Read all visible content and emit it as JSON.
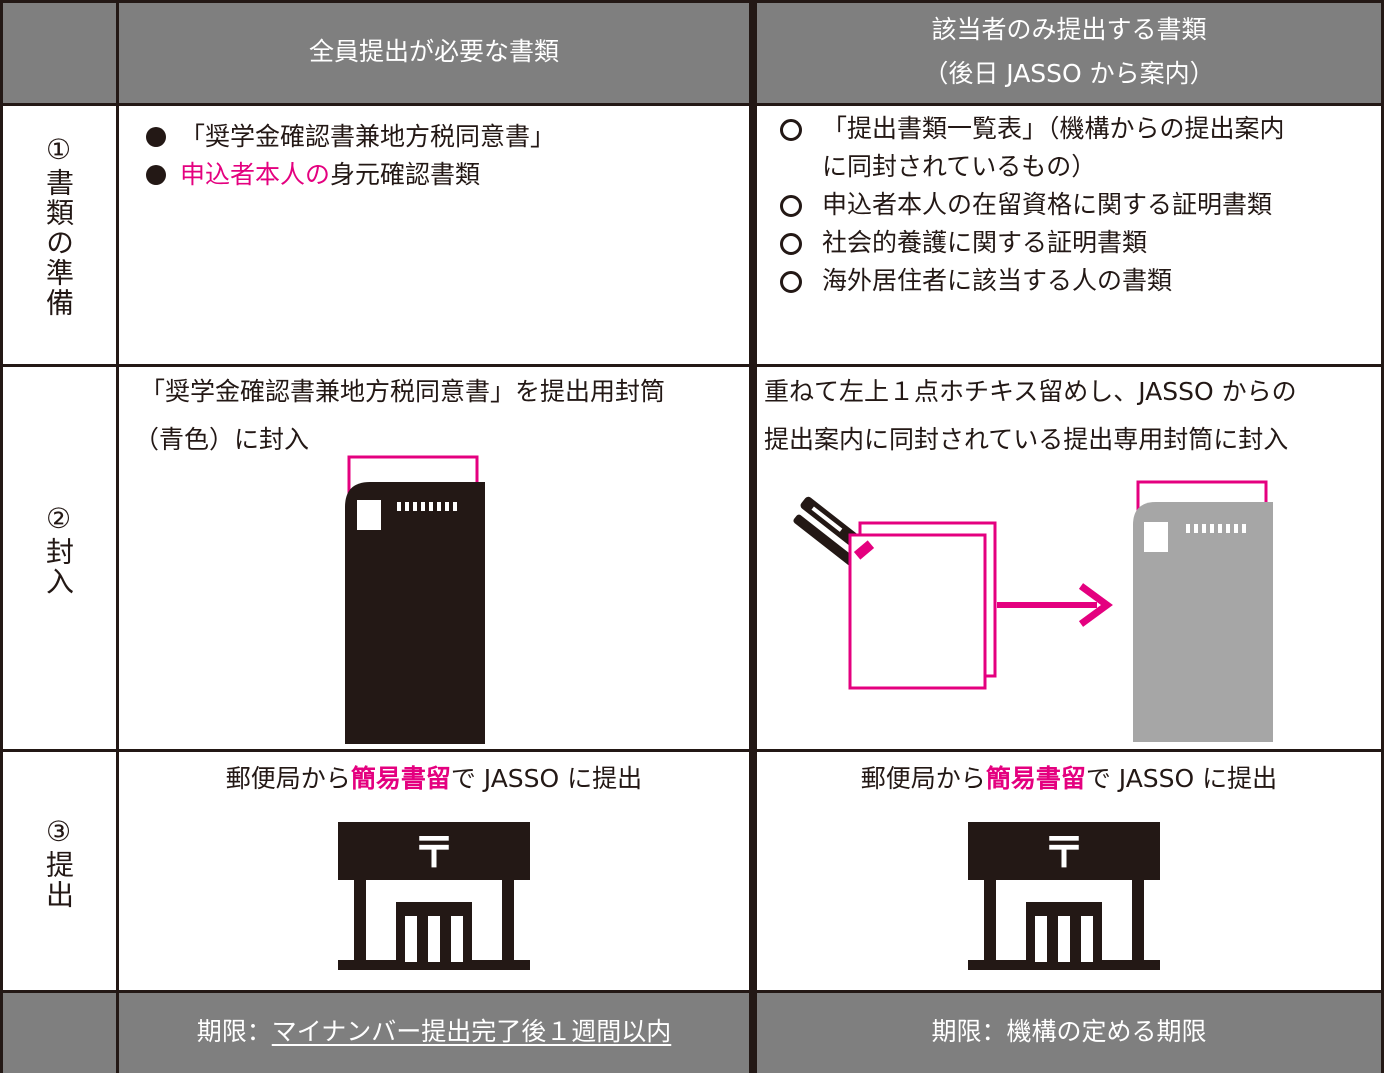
{
  "header": {
    "col_all": "全員提出が必要な書類",
    "col_applicable_line1": "該当者のみ提出する書類",
    "col_applicable_line2": "（後日 JASSO から案内）"
  },
  "rows": {
    "prepare": {
      "label": "①書類の準備",
      "all_items": [
        {
          "parts": [
            "",
            "「奨学金確認書兼地方税同意書」"
          ]
        },
        {
          "parts": [
            "申込者本人の",
            "身元確認書類"
          ]
        }
      ],
      "applicable_items": [
        "「提出書類一覧表」（機構からの提出案内",
        "に同封されているもの）",
        "申込者本人の在留資格に関する証明書類",
        "社会的養護に関する証明書類",
        "海外居住者に該当する人の書類"
      ]
    },
    "enclose": {
      "label": "②封入",
      "all_text_line1": "「奨学金確認書兼地方税同意書」を提出用封筒",
      "all_text_line2": "（青色）に封入",
      "applicable_text_line1": "重ねて左上１点ホチキス留めし、JASSO からの",
      "applicable_text_line2": "提出案内に同封されている提出専用封筒に封入"
    },
    "submit": {
      "label": "③提出",
      "text_prefix": "郵便局から",
      "text_highlight": "簡易書留",
      "text_suffix": "で JASSO に提出",
      "post_mark": "〒"
    }
  },
  "footer": {
    "deadline_all_prefix": "期限：",
    "deadline_all_underlined": "マイナンバー提出完了後１週間以内",
    "deadline_applicable": "期限：機構の定める期限"
  },
  "colors": {
    "accent": "#e4007f",
    "header_bg": "#7f7f7f",
    "ink": "#231815",
    "envelope_gray": "#a6a6a6"
  },
  "icons": [
    "envelope-black-icon",
    "envelope-gray-icon",
    "stapler-icon",
    "stapled-papers-icon",
    "arrow-right-icon",
    "post-office-icon"
  ]
}
